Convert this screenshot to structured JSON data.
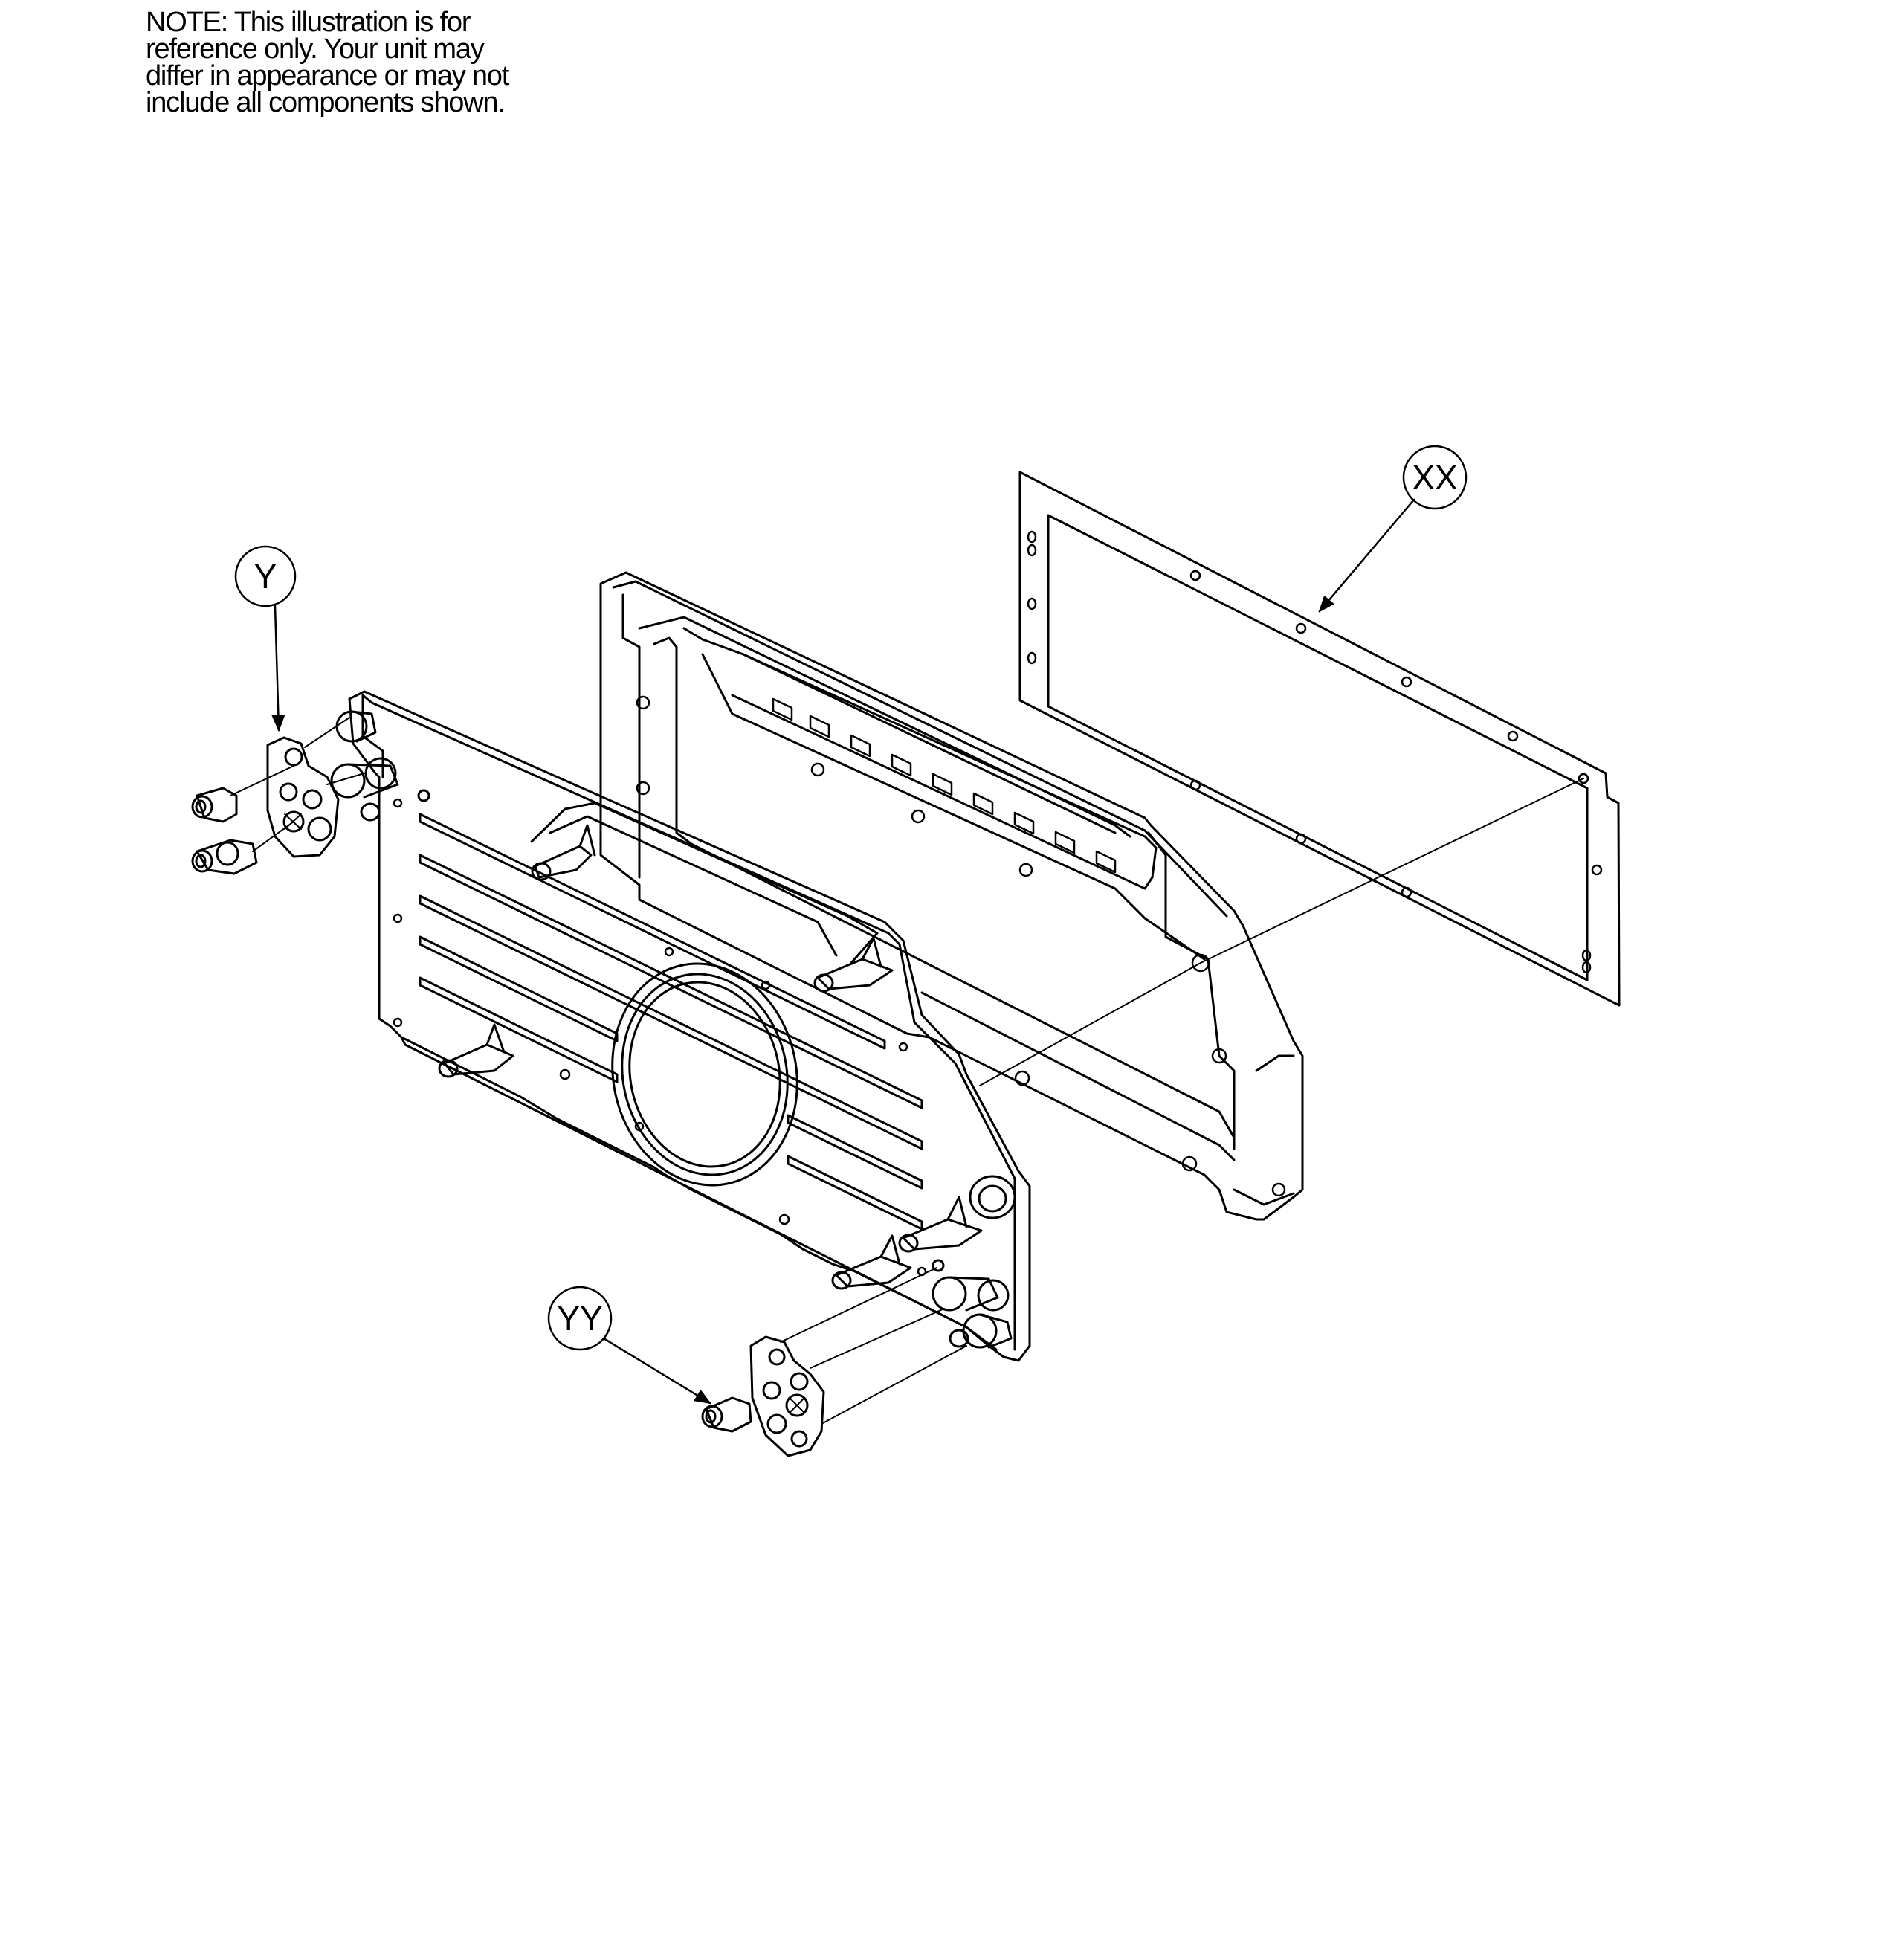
{
  "note": {
    "lines": [
      "NOTE: This illustration is for",
      "reference only. Your unit may",
      "differ in appearance or may not",
      "include all components shown."
    ]
  },
  "callouts": {
    "gasket": "XX",
    "upper_fitting": "Y",
    "lower_fitting": "YY"
  },
  "colors": {
    "line": "#000000",
    "background": "#ffffff"
  }
}
